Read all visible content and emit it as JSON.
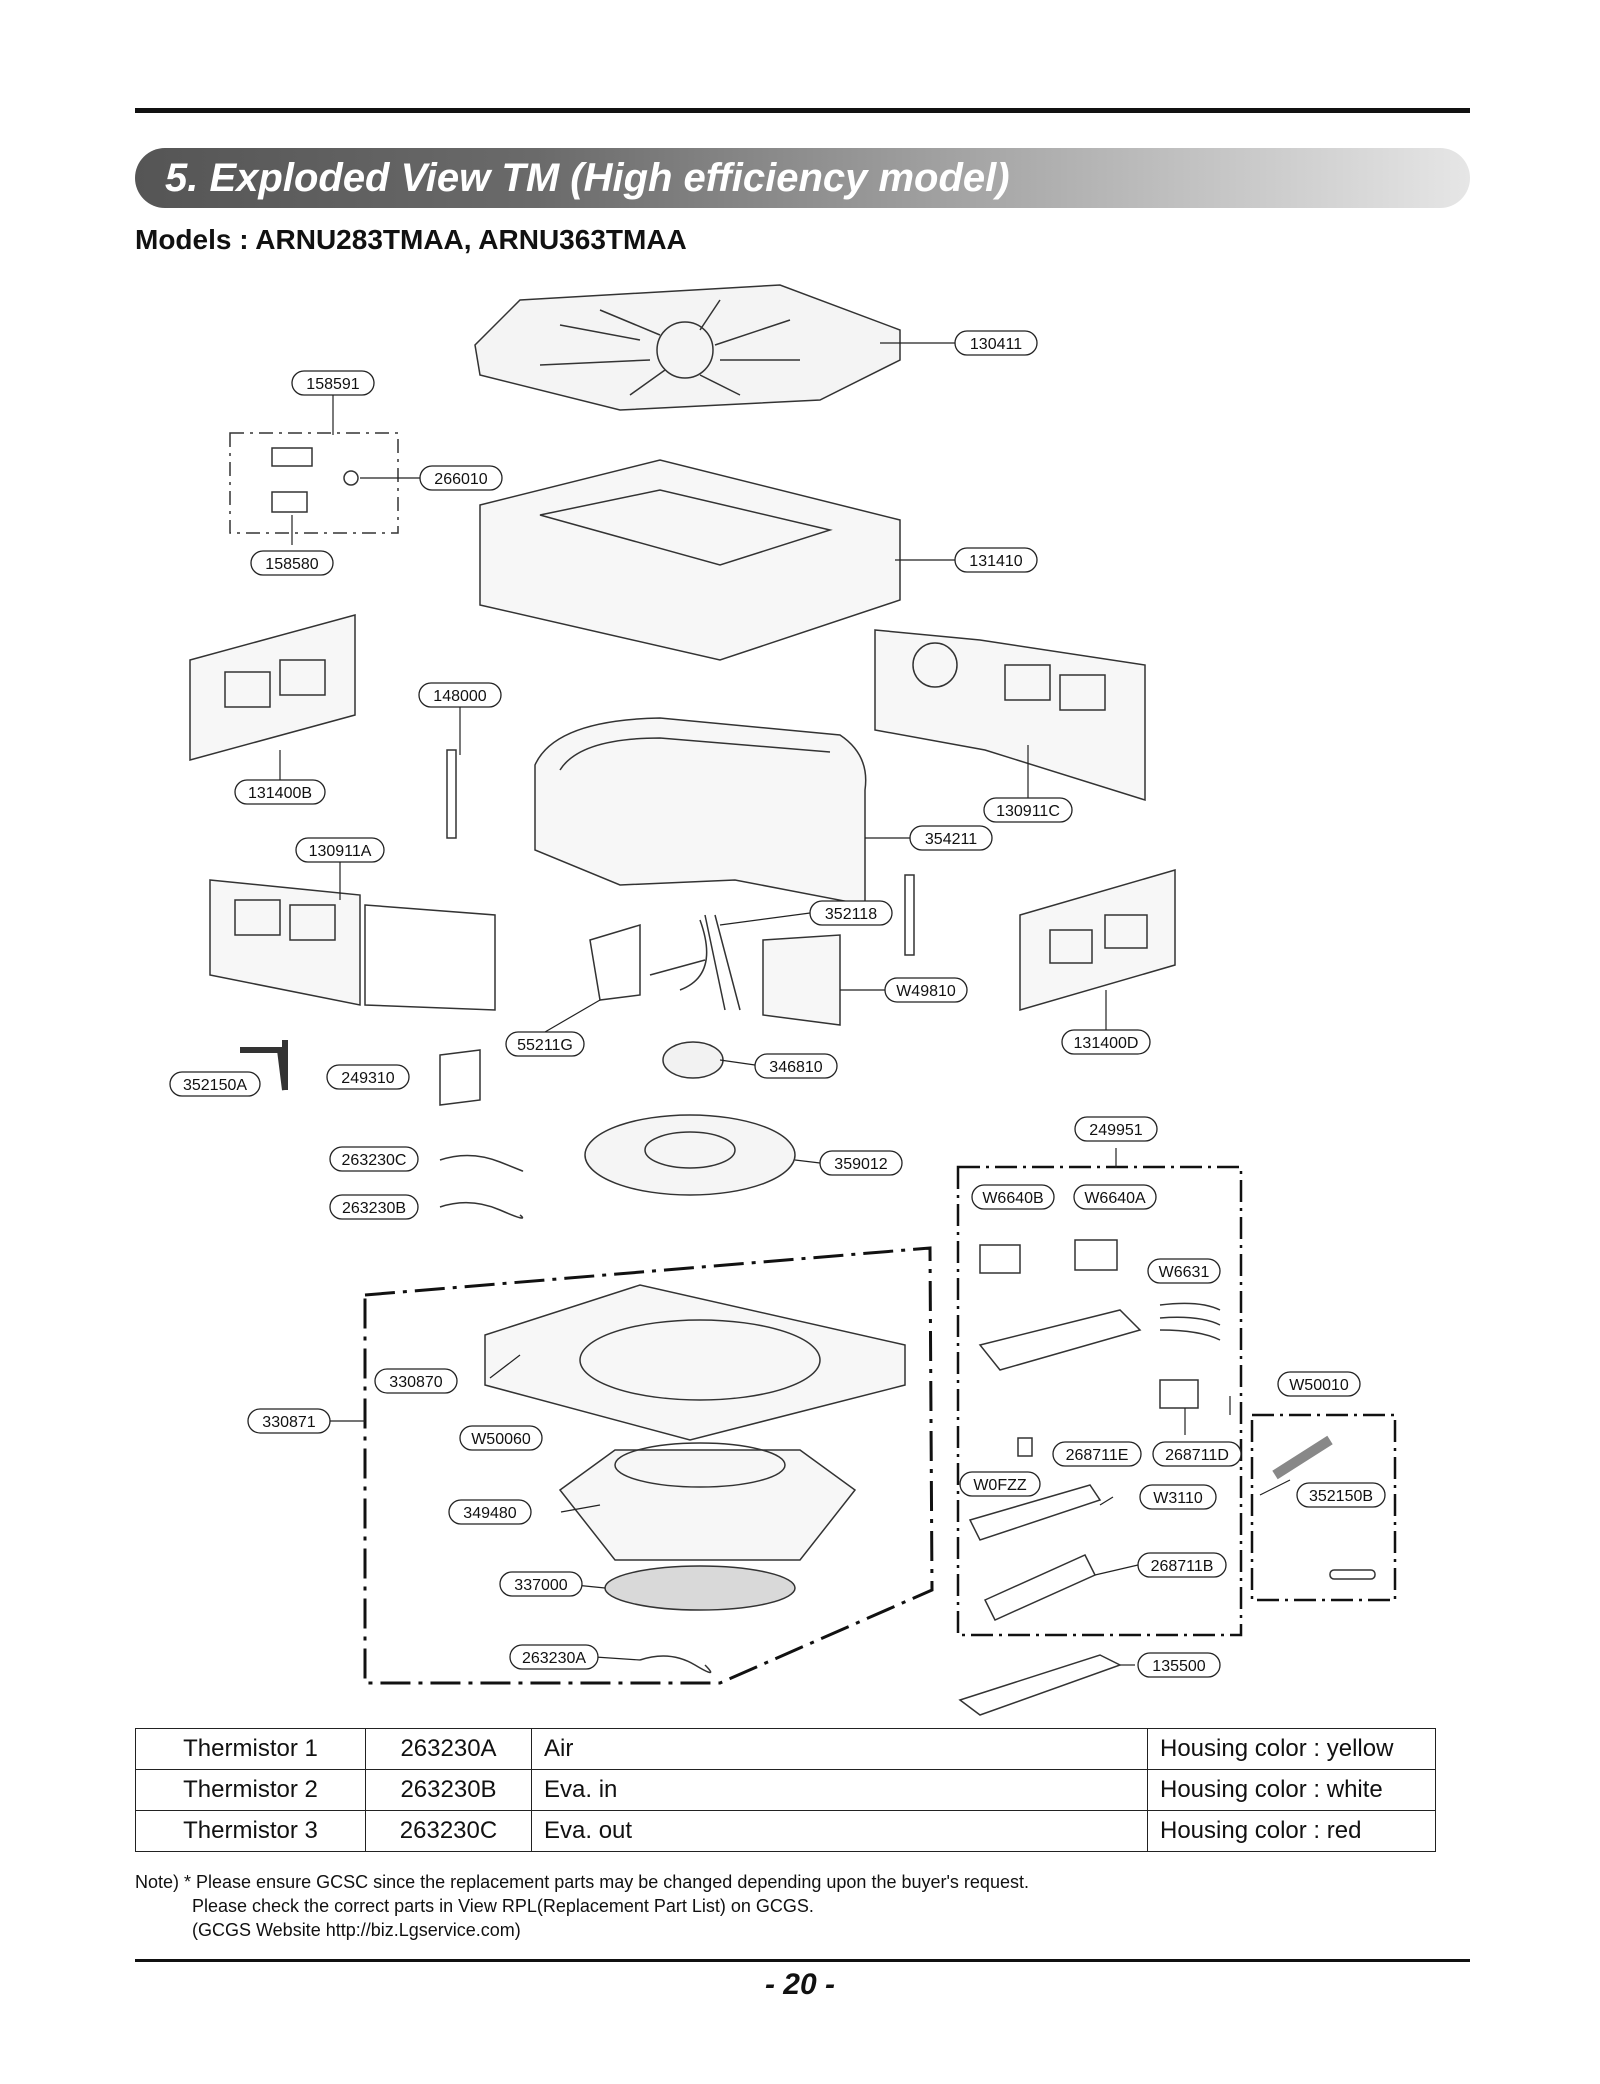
{
  "header": {
    "section_title": "5. Exploded View TM (High efficiency model)",
    "models": "Models : ARNU283TMAA, ARNU363TMAA"
  },
  "parts": {
    "p130411": "130411",
    "p158591": "158591",
    "p266010": "266010",
    "p158580": "158580",
    "p131410": "131410",
    "p148000": "148000",
    "p131400B": "131400B",
    "p130911C": "130911C",
    "p354211": "354211",
    "p130911A": "130911A",
    "p352118": "352118",
    "pW49810": "W49810",
    "p131400D": "131400D",
    "p55211G": "55211G",
    "p346810": "346810",
    "p352150A": "352150A",
    "p249310": "249310",
    "p249951": "249951",
    "p263230C": "263230C",
    "p359012": "359012",
    "p263230B": "263230B",
    "pW6640B": "W6640B",
    "pW6640A": "W6640A",
    "pW6631": "W6631",
    "p330870": "330870",
    "pW50010": "W50010",
    "p330871": "330871",
    "pW50060": "W50060",
    "p268711E": "268711E",
    "p268711D": "268711D",
    "pW0FZZ": "W0FZZ",
    "p352150B": "352150B",
    "pW3110": "W3110",
    "p349480": "349480",
    "p268711B": "268711B",
    "p337000": "337000",
    "p263230A": "263230A",
    "p135500": "135500"
  },
  "thermistor_table": {
    "rows": [
      {
        "name": "Thermistor 1",
        "part": "263230A",
        "location": "Air",
        "housing": "Housing color : yellow"
      },
      {
        "name": "Thermistor 2",
        "part": "263230B",
        "location": "Eva. in",
        "housing": "Housing color : white"
      },
      {
        "name": "Thermistor 3",
        "part": "263230C",
        "location": "Eva. out",
        "housing": "Housing color : red"
      }
    ]
  },
  "note": {
    "line1": "Note) * Please ensure GCSC since the replacement parts may be changed depending upon the buyer's request.",
    "line2": "Please check the correct parts in View RPL(Replacement Part List) on GCGS.",
    "line3": "(GCGS Website http://biz.Lgservice.com)"
  },
  "footer": {
    "page_number": "- 20 -"
  }
}
